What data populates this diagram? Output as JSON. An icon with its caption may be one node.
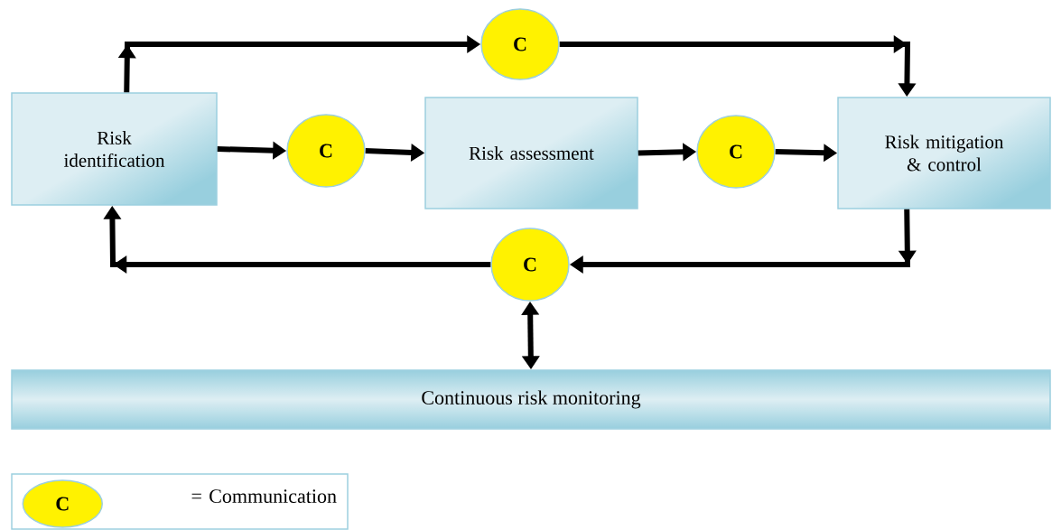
{
  "diagram": {
    "nodes": [
      {
        "text": [
          "Risk identification"
        ]
      },
      {
        "text": [
          "C"
        ]
      },
      {
        "text": [
          "Risk assessment"
        ]
      },
      {
        "text": [
          "Risk mitigation & control"
        ]
      },
      {
        "text": [
          "C"
        ]
      },
      {
        "text": [
          "C"
        ]
      },
      {
        "text": [
          "C"
        ]
      },
      {
        "text": [
          "Continuous risk monitoring"
        ]
      },
      {
        "text": [
          "= Communication"
        ]
      },
      {
        "text": [
          "C"
        ],
        "in": 8
      }
    ],
    "edges": [
      {
        "from": 0,
        "to": 1,
        "arrow": "to"
      },
      {
        "from": 1,
        "to": 3,
        "arrow": "to"
      },
      {
        "from": 0,
        "to": 4,
        "arrow": "to"
      },
      {
        "from": 4,
        "to": 2,
        "arrow": "to"
      },
      {
        "from": 2,
        "to": 5,
        "arrow": "to"
      },
      {
        "from": 5,
        "to": 3,
        "arrow": "to"
      },
      {
        "from": 3,
        "to": 6,
        "arrow": "to"
      },
      {
        "from": 6,
        "to": 0,
        "arrow": "to"
      },
      {
        "from": 6,
        "to": 7,
        "arrow": "both"
      }
    ]
  }
}
